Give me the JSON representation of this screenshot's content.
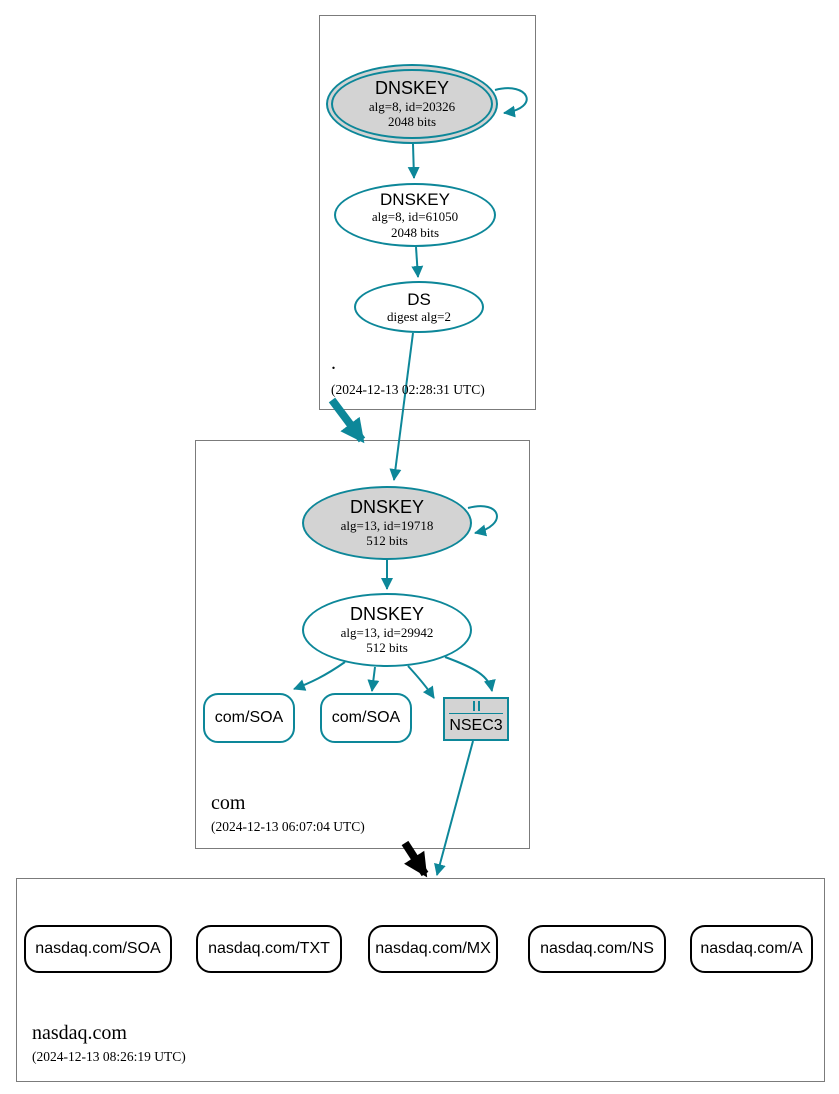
{
  "colors": {
    "secure_teal": "#0d8799",
    "ksk_fill_gray": "#d3d3d3",
    "zone_box_border_gray": "#7b7b7b",
    "delegation_black": "#000000",
    "background": "#ffffff"
  },
  "zones": {
    "root": {
      "label": ".",
      "timestamp": "(2024-12-13 02:28:31 UTC)",
      "ksk": {
        "title": "DNSKEY",
        "detail1": "alg=8, id=20326",
        "detail2": "2048 bits"
      },
      "zsk": {
        "title": "DNSKEY",
        "detail1": "alg=8, id=61050",
        "detail2": "2048 bits"
      },
      "ds": {
        "title": "DS",
        "detail1": "digest alg=2"
      }
    },
    "com": {
      "label": "com",
      "timestamp": "(2024-12-13 06:07:04 UTC)",
      "ksk": {
        "title": "DNSKEY",
        "detail1": "alg=13, id=19718",
        "detail2": "512 bits"
      },
      "zsk": {
        "title": "DNSKEY",
        "detail1": "alg=13, id=29942",
        "detail2": "512 bits"
      },
      "rrsets": [
        "com/SOA",
        "com/SOA"
      ],
      "nsec3_label": "NSEC3"
    },
    "nasdaq": {
      "label": "nasdaq.com",
      "timestamp": "(2024-12-13 08:26:19 UTC)",
      "rrsets": [
        "nasdaq.com/SOA",
        "nasdaq.com/TXT",
        "nasdaq.com/MX",
        "nasdaq.com/NS",
        "nasdaq.com/A"
      ]
    }
  }
}
